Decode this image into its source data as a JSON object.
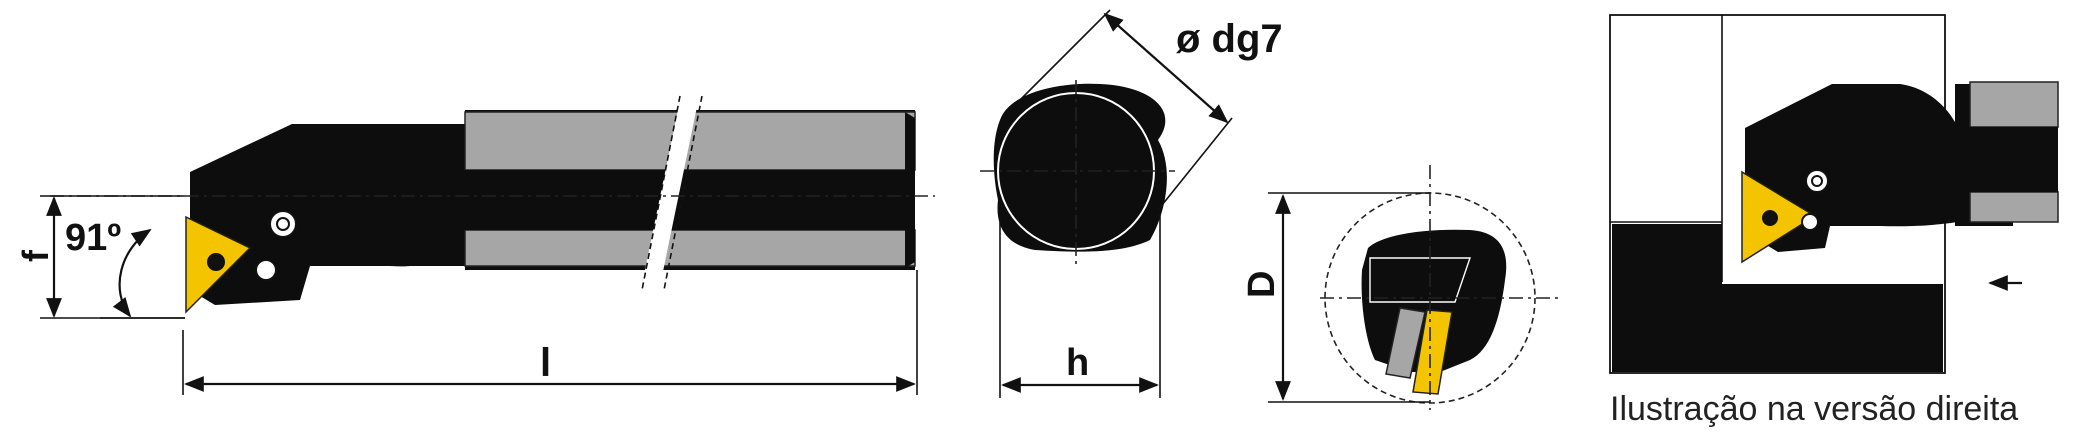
{
  "labels": {
    "diameter": "ø dg7",
    "angle": "91º",
    "f": "f",
    "l": "l",
    "h": "h",
    "D": "D"
  },
  "caption": "Ilustração na versão direita",
  "colors": {
    "body": "#0d0d0d",
    "shank_flat": "#a6a6a6",
    "insert": "#f5c400",
    "background": "#ffffff"
  }
}
